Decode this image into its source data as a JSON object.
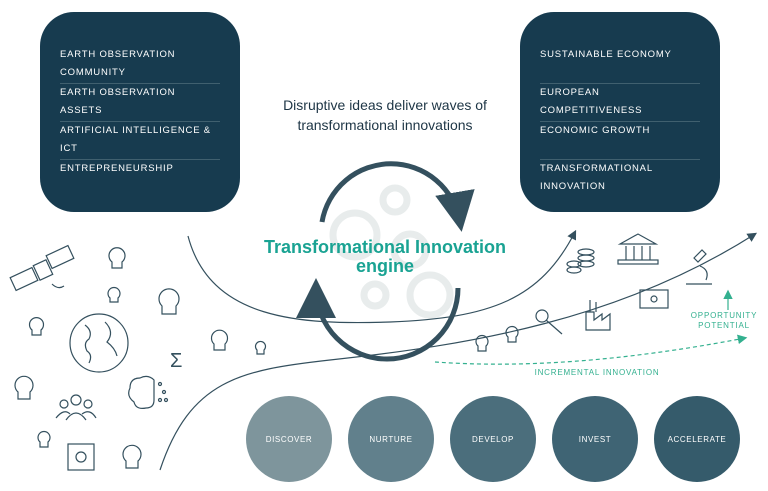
{
  "left_panel": {
    "items": [
      "EARTH OBSERVATION COMMUNITY",
      "EARTH OBSERVATION ASSETS",
      "ARTIFICIAL INTELLIGENCE & ICT",
      "ENTREPRENEURSHIP"
    ]
  },
  "right_panel": {
    "items": [
      "SUSTAINABLE ECONOMY",
      "EUROPEAN COMPETITIVENESS",
      "ECONOMIC GROWTH",
      "TRANSFORMATIONAL INNOVATION"
    ]
  },
  "headline": "Disruptive ideas deliver waves of transformational innovations",
  "engine": {
    "line1": "Transformational Innovation",
    "line2": "engine"
  },
  "sum_symbol": "Σ",
  "opportunity_label": "OPPORTUNITY POTENTIAL",
  "incremental_label": "INCREMENTAL INNOVATION",
  "stages": [
    {
      "label": "DISCOVER",
      "color": "#7e959c"
    },
    {
      "label": "NURTURE",
      "color": "#61808c"
    },
    {
      "label": "DEVELOP",
      "color": "#4b6e7c"
    },
    {
      "label": "INVEST",
      "color": "#3f6474"
    },
    {
      "label": "ACCELERATE",
      "color": "#355b6b"
    }
  ],
  "colors": {
    "panel": "#173b4f",
    "accent_teal": "#1aa393",
    "curve_green": "#33b08f",
    "arrow_dark": "#34505e"
  },
  "icons": [
    "satellite-icon",
    "earth-globe-icon",
    "lightbulb-icon",
    "brain-icon",
    "people-group-icon",
    "chip-icon",
    "coins-icon",
    "bank-icon",
    "microscope-icon",
    "factory-icon",
    "cash-icon",
    "wrench-icon",
    "gear-icon"
  ]
}
